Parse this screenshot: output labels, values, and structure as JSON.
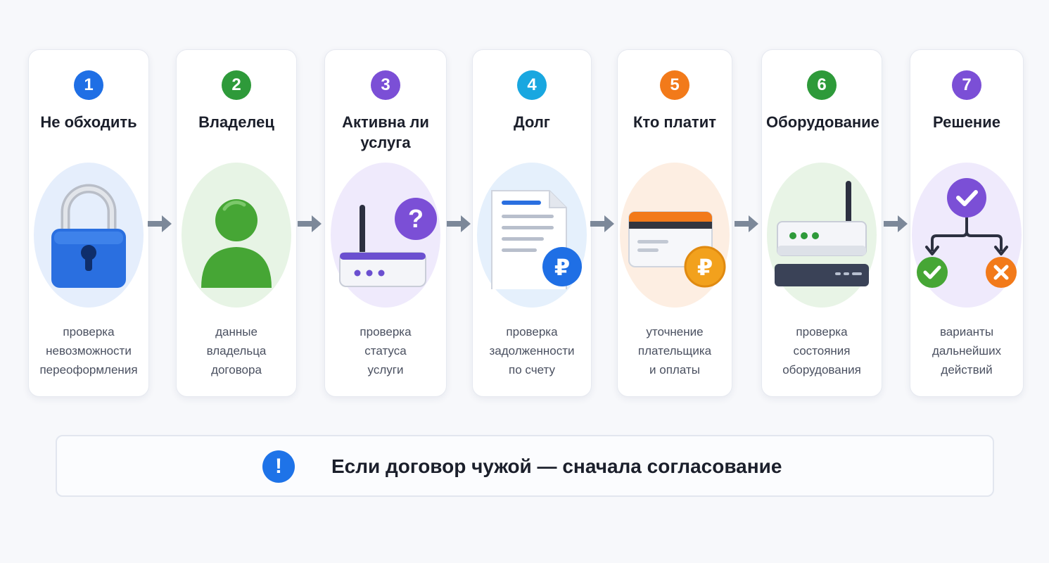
{
  "steps": [
    {
      "num": "1",
      "title": "Не обходить",
      "icon": "lock-icon",
      "color": "#1f6fe5",
      "bg": "#e5eefc",
      "desc": [
        "проверка",
        "невозможности",
        "переоформления"
      ]
    },
    {
      "num": "2",
      "title": "Владелец",
      "icon": "person-icon",
      "color": "#2e9a3a",
      "bg": "#e7f4e5",
      "desc": [
        "данные",
        "владельца",
        "договора"
      ]
    },
    {
      "num": "3",
      "title": "Активна ли услуга",
      "icon": "router-question-icon",
      "color": "#7b4fd6",
      "bg": "#efeafc",
      "desc": [
        "проверка",
        "статуса",
        "услуги"
      ]
    },
    {
      "num": "4",
      "title": "Долг",
      "icon": "document-ruble-icon",
      "color": "#19a7e0",
      "bg": "#e5f0fc",
      "desc": [
        "проверка",
        "задолженности",
        "по счету"
      ]
    },
    {
      "num": "5",
      "title": "Кто платит",
      "icon": "card-ruble-icon",
      "color": "#f27a1a",
      "bg": "#fdeee2",
      "desc": [
        "уточнение",
        "плательщика",
        "и оплаты"
      ]
    },
    {
      "num": "6",
      "title": "Оборудование",
      "icon": "router-equipment-icon",
      "color": "#2e9a3a",
      "bg": "#e8f4e6",
      "desc": [
        "проверка",
        "состояния",
        "оборудования"
      ]
    },
    {
      "num": "7",
      "title": "Решение",
      "icon": "decision-branch-icon",
      "color": "#7b4fd6",
      "bg": "#efeafc",
      "desc": [
        "варианты",
        "дальнейших",
        "действий"
      ]
    }
  ],
  "note": {
    "icon_text": "!",
    "icon": "exclamation-icon",
    "text": "Если договор чужой — сначала согласование"
  }
}
